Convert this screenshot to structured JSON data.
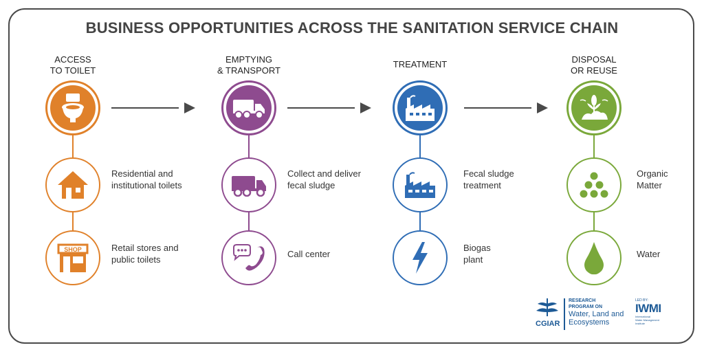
{
  "title": "BUSINESS OPPORTUNITIES ACROSS THE SANITATION SERVICE CHAIN",
  "colors": {
    "access": "#e0812a",
    "emptying": "#8e4b8f",
    "treatment": "#2f6db5",
    "disposal": "#7aa83a",
    "arrow": "#4a4a4a",
    "logo": "#1d5a96"
  },
  "stages": [
    {
      "label_line1": "ACCESS",
      "label_line2": "TO TOILET",
      "icon": "toilet-icon",
      "items": [
        {
          "icon": "house-icon",
          "line1": "Residential and",
          "line2": "institutional toilets"
        },
        {
          "icon": "shop-icon",
          "line1": "Retail stores and",
          "line2": "public toilets",
          "sign": "SHOP"
        }
      ]
    },
    {
      "label_line1": "EMPTYING",
      "label_line2": "& TRANSPORT",
      "icon": "truck-icon",
      "items": [
        {
          "icon": "truck-icon",
          "line1": "Collect and deliver",
          "line2": "fecal sludge"
        },
        {
          "icon": "phone-chat-icon",
          "line1": "Call center",
          "line2": ""
        }
      ]
    },
    {
      "label_line1": "TREATMENT",
      "label_line2": "",
      "icon": "factory-icon",
      "items": [
        {
          "icon": "factory-icon",
          "line1": "Fecal sludge",
          "line2": "treatment"
        },
        {
          "icon": "lightning-icon",
          "line1": "Biogas",
          "line2": "plant"
        }
      ]
    },
    {
      "label_line1": "DISPOSAL",
      "label_line2": "OR REUSE",
      "icon": "crop-icon",
      "items": [
        {
          "icon": "pellets-icon",
          "line1": "Organic",
          "line2": "Matter"
        },
        {
          "icon": "drop-icon",
          "line1": "Water",
          "line2": ""
        }
      ]
    }
  ],
  "logos": {
    "cgiar": "CGIAR",
    "research_line1": "RESEARCH",
    "research_line2": "PROGRAM ON",
    "wle_line1": "Water, Land and",
    "wle_line2": "Ecosystems",
    "led_by": "LED BY:",
    "iwmi": "IWMI",
    "iwmi_line1": "International",
    "iwmi_line2": "Water Management",
    "iwmi_line3": "Institute"
  }
}
